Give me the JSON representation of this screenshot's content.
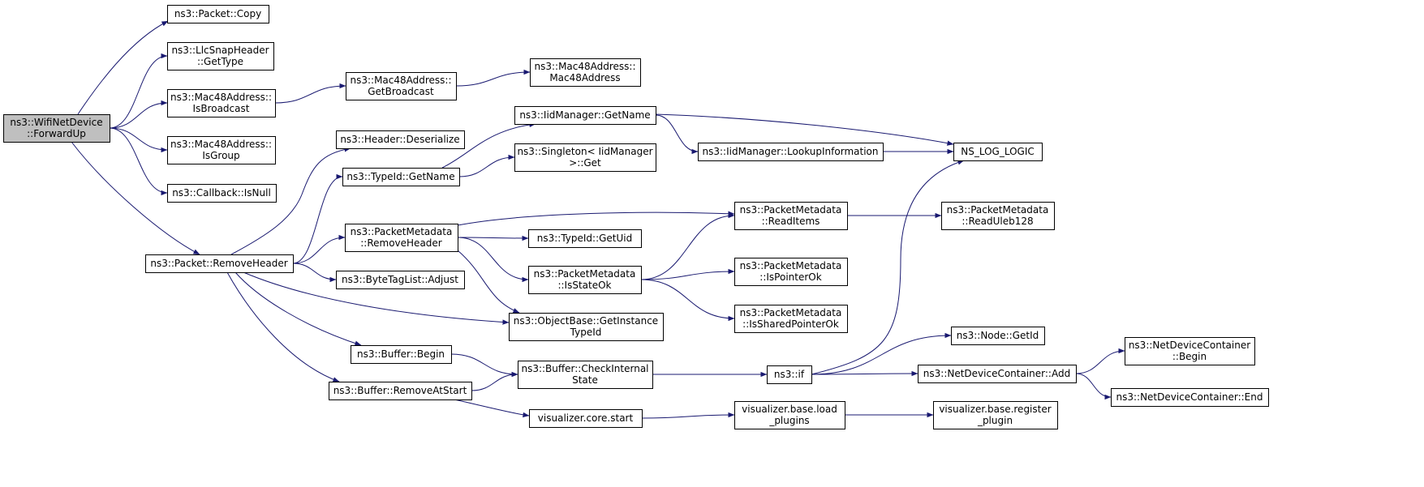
{
  "colors": {
    "edge": "#191970",
    "box_border": "#000000",
    "box_fill": "#ffffff",
    "root_fill": "#bfbfbf"
  },
  "nodes": {
    "root": [
      "ns3::WifiNetDevice",
      "::ForwardUp"
    ],
    "packet_copy": [
      "ns3::Packet::Copy"
    ],
    "llcsnap_gettype": [
      "ns3::LlcSnapHeader",
      "::GetType"
    ],
    "mac48_isbroadcast": [
      "ns3::Mac48Address::",
      "IsBroadcast"
    ],
    "mac48_getbroadcast": [
      "ns3::Mac48Address::",
      "GetBroadcast"
    ],
    "mac48_ctor": [
      "ns3::Mac48Address::",
      "Mac48Address"
    ],
    "mac48_isgroup": [
      "ns3::Mac48Address::",
      "IsGroup"
    ],
    "callback_isnull": [
      "ns3::Callback::IsNull"
    ],
    "packet_removeheader": [
      "ns3::Packet::RemoveHeader"
    ],
    "header_deserialize": [
      "ns3::Header::Deserialize"
    ],
    "typeid_getname": [
      "ns3::TypeId::GetName"
    ],
    "iidmanager_getname": [
      "ns3::IidManager::GetName"
    ],
    "singleton_get": [
      "ns3::Singleton< IidManager",
      ">::Get"
    ],
    "iidmanager_lookup": [
      "ns3::IidManager::LookupInformation"
    ],
    "ns_log_logic": [
      "NS_LOG_LOGIC"
    ],
    "pm_removeheader": [
      "ns3::PacketMetadata",
      "::RemoveHeader"
    ],
    "pm_readitems": [
      "ns3::PacketMetadata",
      "::ReadItems"
    ],
    "pm_readuleb128": [
      "ns3::PacketMetadata",
      "::ReadUleb128"
    ],
    "typeid_getuid": [
      "ns3::TypeId::GetUid"
    ],
    "pm_isstateok": [
      "ns3::PacketMetadata",
      "::IsStateOk"
    ],
    "pm_ispointerok": [
      "ns3::PacketMetadata",
      "::IsPointerOk"
    ],
    "pm_issharedpointerok": [
      "ns3::PacketMetadata",
      "::IsSharedPointerOk"
    ],
    "bytetaglist_adjust": [
      "ns3::ByteTagList::Adjust"
    ],
    "objectbase_getinstancetypeid": [
      "ns3::ObjectBase::GetInstance",
      "TypeId"
    ],
    "buffer_begin": [
      "ns3::Buffer::Begin"
    ],
    "buffer_checkinternalstate": [
      "ns3::Buffer::CheckInternal",
      "State"
    ],
    "buffer_removeatstart": [
      "ns3::Buffer::RemoveAtStart"
    ],
    "ns3_if": [
      "ns3::if"
    ],
    "node_getid": [
      "ns3::Node::GetId"
    ],
    "ndc_add": [
      "ns3::NetDeviceContainer::Add"
    ],
    "ndc_begin": [
      "ns3::NetDeviceContainer",
      "::Begin"
    ],
    "ndc_end": [
      "ns3::NetDeviceContainer::End"
    ],
    "viz_core_start": [
      "visualizer.core.start"
    ],
    "viz_base_load_plugins": [
      "visualizer.base.load",
      "_plugins"
    ],
    "viz_base_register_plugin": [
      "visualizer.base.register",
      "_plugin"
    ]
  },
  "edges": [
    [
      "root",
      "packet_copy"
    ],
    [
      "root",
      "llcsnap_gettype"
    ],
    [
      "root",
      "mac48_isbroadcast"
    ],
    [
      "root",
      "mac48_isgroup"
    ],
    [
      "root",
      "callback_isnull"
    ],
    [
      "root",
      "packet_removeheader"
    ],
    [
      "mac48_isbroadcast",
      "mac48_getbroadcast"
    ],
    [
      "mac48_getbroadcast",
      "mac48_ctor"
    ],
    [
      "packet_removeheader",
      "header_deserialize"
    ],
    [
      "packet_removeheader",
      "typeid_getname"
    ],
    [
      "packet_removeheader",
      "pm_removeheader"
    ],
    [
      "packet_removeheader",
      "bytetaglist_adjust"
    ],
    [
      "packet_removeheader",
      "objectbase_getinstancetypeid"
    ],
    [
      "packet_removeheader",
      "buffer_begin"
    ],
    [
      "packet_removeheader",
      "buffer_removeatstart"
    ],
    [
      "typeid_getname",
      "iidmanager_getname"
    ],
    [
      "typeid_getname",
      "singleton_get"
    ],
    [
      "iidmanager_getname",
      "iidmanager_lookup"
    ],
    [
      "iidmanager_getname",
      "ns_log_logic"
    ],
    [
      "iidmanager_lookup",
      "ns_log_logic"
    ],
    [
      "pm_removeheader",
      "pm_readitems"
    ],
    [
      "pm_removeheader",
      "typeid_getuid"
    ],
    [
      "pm_removeheader",
      "pm_isstateok"
    ],
    [
      "pm_removeheader",
      "objectbase_getinstancetypeid"
    ],
    [
      "pm_readitems",
      "pm_readuleb128"
    ],
    [
      "pm_isstateok",
      "pm_readitems"
    ],
    [
      "pm_isstateok",
      "pm_ispointerok"
    ],
    [
      "pm_isstateok",
      "pm_issharedpointerok"
    ],
    [
      "buffer_begin",
      "buffer_checkinternalstate"
    ],
    [
      "buffer_removeatstart",
      "buffer_checkinternalstate"
    ],
    [
      "buffer_removeatstart",
      "viz_core_start"
    ],
    [
      "buffer_checkinternalstate",
      "ns3_if"
    ],
    [
      "ns3_if",
      "ns_log_logic"
    ],
    [
      "ns3_if",
      "node_getid"
    ],
    [
      "ns3_if",
      "ndc_add"
    ],
    [
      "ndc_add",
      "ndc_begin"
    ],
    [
      "ndc_add",
      "ndc_end"
    ],
    [
      "viz_core_start",
      "viz_base_load_plugins"
    ],
    [
      "viz_base_load_plugins",
      "viz_base_register_plugin"
    ]
  ]
}
